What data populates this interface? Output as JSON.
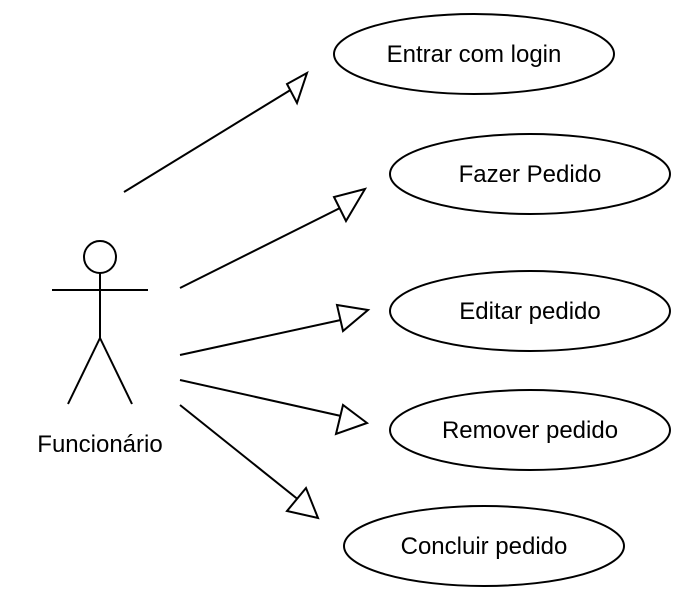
{
  "actor": {
    "name": "Funcionário"
  },
  "use_cases": [
    {
      "label": "Entrar com login"
    },
    {
      "label": "Fazer Pedido"
    },
    {
      "label": "Editar pedido"
    },
    {
      "label": "Remover pedido"
    },
    {
      "label": "Concluir pedido"
    }
  ],
  "colors": {
    "stroke": "#000000",
    "fill": "#ffffff"
  }
}
